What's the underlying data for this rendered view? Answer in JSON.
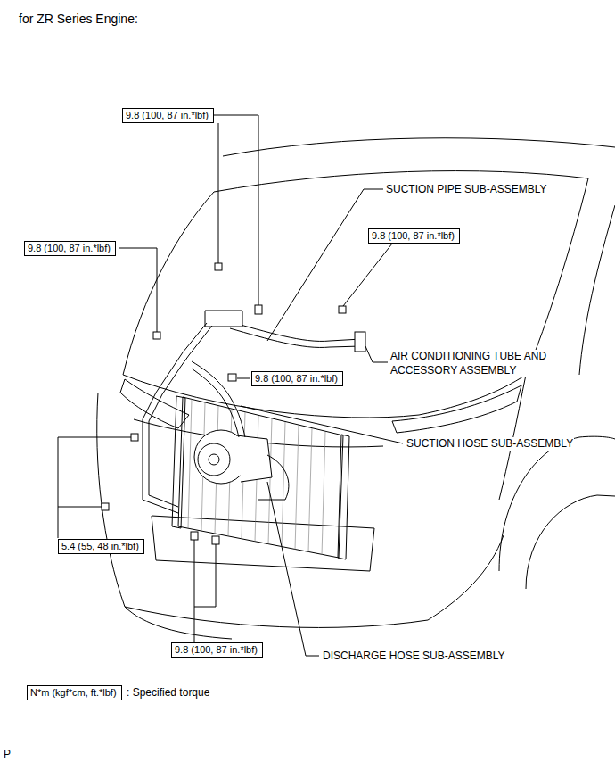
{
  "diagram": {
    "title": "for ZR Series Engine:",
    "nodes": [
      {
        "text": [
          "9.8 (100, 87 in.*lbf)"
        ]
      },
      {
        "text": [
          "9.8 (100, 87 in.*lbf)"
        ]
      },
      {
        "text": [
          "9.8 (100, 87 in.*lbf)"
        ]
      },
      {
        "text": [
          "9.8 (100, 87 in.*lbf)"
        ]
      },
      {
        "text": [
          "5.4 (55, 48 in.*lbf)"
        ]
      },
      {
        "text": [
          "9.8 (100, 87 in.*lbf)"
        ]
      },
      {
        "text": [
          "N*m (kgf*cm, ft.*lbf)",
          ": Specified torque"
        ]
      }
    ],
    "labels": [
      "SUCTION PIPE SUB-ASSEMBLY",
      "AIR CONDITIONING TUBE AND ACCESSORY ASSEMBLY",
      "SUCTION HOSE SUB-ASSEMBLY",
      "DISCHARGE HOSE SUB-ASSEMBLY",
      "P"
    ]
  }
}
